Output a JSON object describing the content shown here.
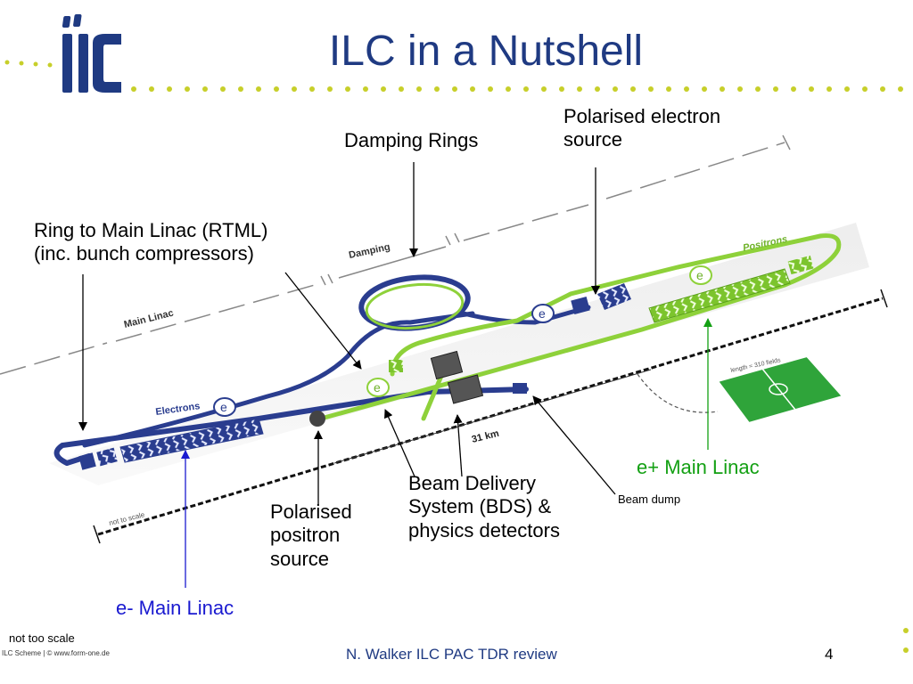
{
  "slide": {
    "title": "ILC in a Nutshell",
    "logo_text": "ilc",
    "footer_author": "N. Walker ILC PAC TDR review",
    "page_number": "4",
    "note": "not too scale",
    "credit": "ILC Scheme | © www.form-one.de"
  },
  "callouts": {
    "damping_rings": "Damping Rings",
    "polarised_electron_source": [
      "Polarised electron",
      "source"
    ],
    "rtml": [
      "Ring to Main Linac (RTML)",
      "(inc. bunch compressors)"
    ],
    "e_plus_main_linac": "e+ Main Linac",
    "beam_delivery": [
      "Beam Delivery",
      "System (BDS) &",
      "physics detectors"
    ],
    "beam_dump": "Beam dump",
    "polarised_positron_source": [
      "Polarised",
      "positron",
      "source"
    ],
    "e_minus_main_linac": "e- Main Linac"
  },
  "diagram_labels": {
    "damping": "Damping",
    "main_linac": "Main Linac",
    "electrons": "Electrons",
    "positrons": "Positrons",
    "length_31km": "31 km",
    "not_to_scale": "not to scale",
    "football_length": "length = 310 fields",
    "e_minus_symbol": "e",
    "e_plus_symbol": "e"
  },
  "colors": {
    "title": "#1f3a82",
    "electron_beam": "#2a3d8f",
    "positron_beam": "#8ed13a",
    "green_callout": "#13a013",
    "blue_callout": "#1a1ad0",
    "dots": "#c7cf2a"
  }
}
